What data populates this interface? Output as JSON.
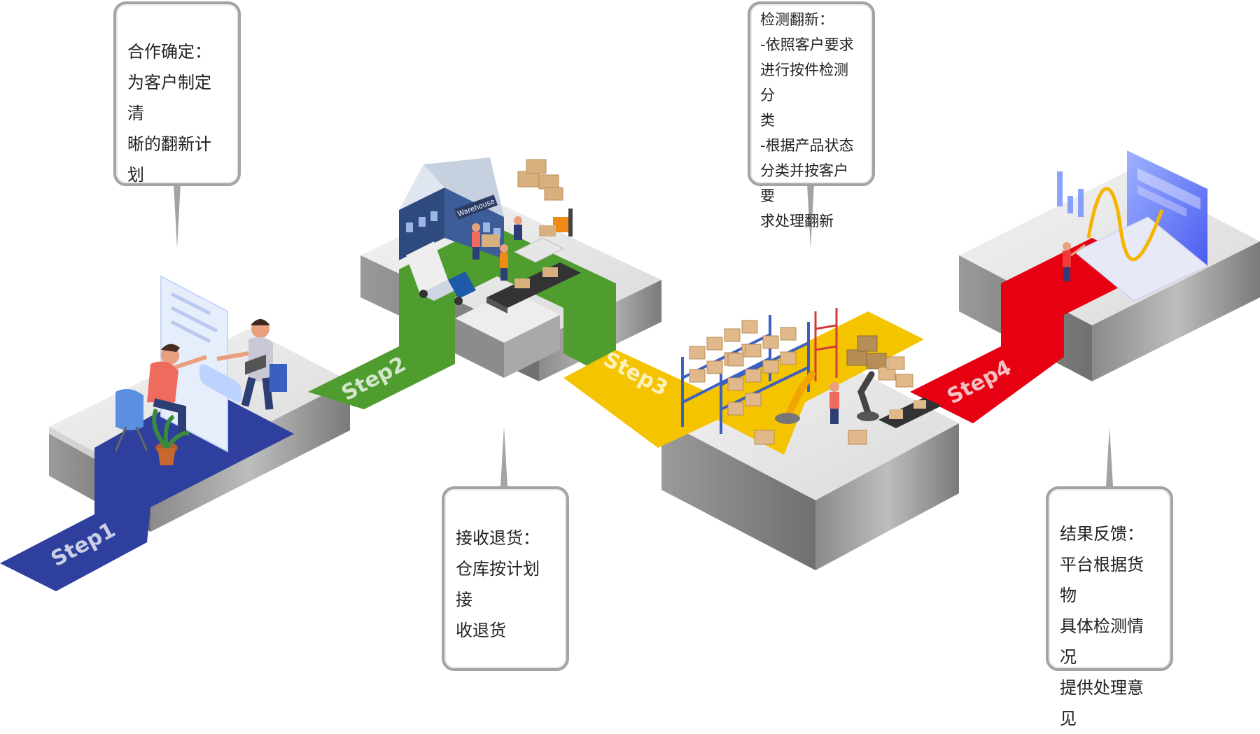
{
  "steps": [
    {
      "label": "Step1",
      "color": "#2e3f9e"
    },
    {
      "label": "Step2",
      "color": "#4f9d2f"
    },
    {
      "label": "Step3",
      "color": "#f5c400"
    },
    {
      "label": "Step4",
      "color": "#e60012"
    }
  ],
  "bubbles": [
    {
      "title": "合作确定：",
      "lines": [
        "为客户制定清",
        "晰的翻新计划"
      ]
    },
    {
      "title": "接收退货：",
      "lines": [
        "仓库按计划接",
        "收退货"
      ]
    },
    {
      "title": "检测翻新：",
      "lines": [
        "-依照客户要求",
        "进行按件检测分",
        "类",
        "-根据产品状态",
        "分类并按客户要",
        "求处理翻新"
      ]
    },
    {
      "title": "结果反馈：",
      "lines": [
        "平台根据货物",
        "具体检测情况",
        "提供处理意见"
      ]
    }
  ],
  "warehouse_sign": "Warehouse"
}
